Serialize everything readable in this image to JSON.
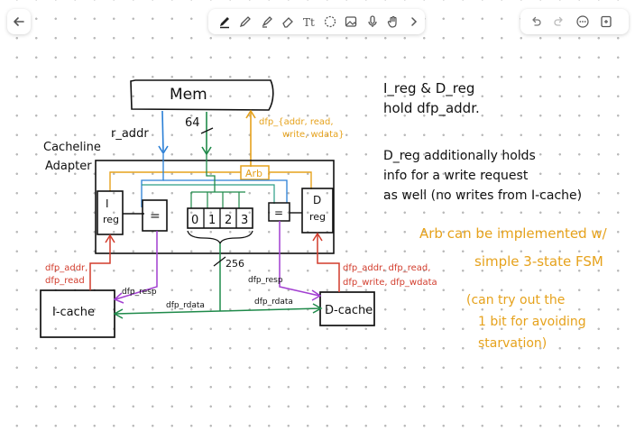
{
  "toolbar": {
    "back_icon": "arrow-left-icon",
    "tools": [
      "pen-selected-icon",
      "pen-icon",
      "highlighter-icon",
      "eraser-icon",
      "text-tool-icon",
      "lasso-icon",
      "image-icon",
      "microphone-icon",
      "hand-icon"
    ],
    "next_icon": "chevron-right-icon",
    "right_tools": [
      "undo-icon",
      "redo-icon",
      "more-icon",
      "new-page-icon"
    ],
    "accent": "#333333"
  },
  "diagram": {
    "mem_label": "Mem",
    "r_addr_label": "r_addr",
    "bus64_label": "64",
    "dfp_to_mem_label_1": "dfp_{addr, read,",
    "dfp_to_mem_label_2": "write, wdata}",
    "cacheline_label": "Cacheline",
    "adapter_label": "Adapter",
    "arb_label": "Arb",
    "ireg_label_1": "I",
    "ireg_label_2": "reg",
    "dreg_label_1": "D",
    "dreg_label_2": "reg",
    "eq_label": "=",
    "cmp_label": "=",
    "buffer_cells": [
      "0",
      "1",
      "2",
      "3"
    ],
    "bus256_label": "256",
    "icache_req_1": "dfp_addr,",
    "icache_req_2": "dfp_read",
    "icache_resp": "dfp_resp",
    "icache_rdata": "dfp_rdata",
    "dcache_resp": "dfp_resp",
    "dcache_rdata": "dfp_rdata",
    "dcache_req_1": "dfp_addr, dfp_read,",
    "dcache_req_2": "dfp_write, dfp_wdata",
    "icache_label": "I-cache",
    "dcache_label": "D-cache"
  },
  "notes": {
    "note1_line1": "I_reg & D_reg",
    "note1_line2": "hold dfp_addr.",
    "note2_line1": "D_reg additionally holds",
    "note2_line2": "info for a write request",
    "note2_line3": "as well (no writes from I-cache)",
    "note3_line1": "Arb can be implemented w/",
    "note3_line2": "simple 3-state FSM",
    "note4_line1": "(can try out the",
    "note4_line2": "1 bit for avoiding",
    "note4_line3": "starvation)"
  },
  "colors": {
    "ink": "#111111",
    "red": "#d23c2c",
    "orange": "#e6a21c",
    "blue": "#2a7fd6",
    "green": "#1f8a4a",
    "purple": "#a23fd1",
    "teal": "#2a9e86"
  }
}
